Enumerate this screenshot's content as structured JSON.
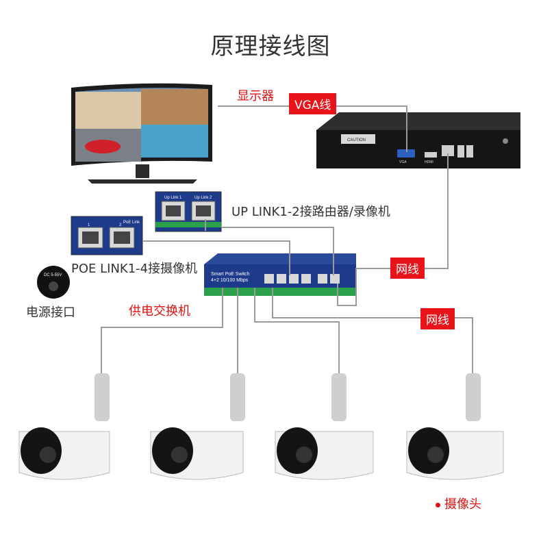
{
  "title": "原理接线图",
  "labels": {
    "monitor": "显示器",
    "vga_cable": "VGA线",
    "uplink": "UP LINK1-2接路由器/录像机",
    "poe_link": "POE LINK1-4接摄像机",
    "power_port": "电源接口",
    "dc_voltage": "DC 5-55V",
    "poe_switch": "供电交换机",
    "net_cable_1": "网线",
    "net_cable_2": "网线",
    "camera": "摄像头"
  },
  "device_text": {
    "switch_name": "Smart PoE Switch",
    "switch_spec": "4+2 10/100 Mbps",
    "nvr_caution": "CAUTION",
    "nvr_vga": "VGA",
    "nvr_hdmi": "HDMI",
    "uplink_port_1": "Up Link 1",
    "uplink_port_2": "Up Link 2",
    "poe_port_header": "PoE Link",
    "poe_port_1": "1",
    "poe_port_2": "2"
  },
  "colors": {
    "tag_red": "#e8141a",
    "label_red": "#e01010",
    "wire_gray": "#9a9a9a",
    "switch_blue": "#1e3a8a"
  }
}
